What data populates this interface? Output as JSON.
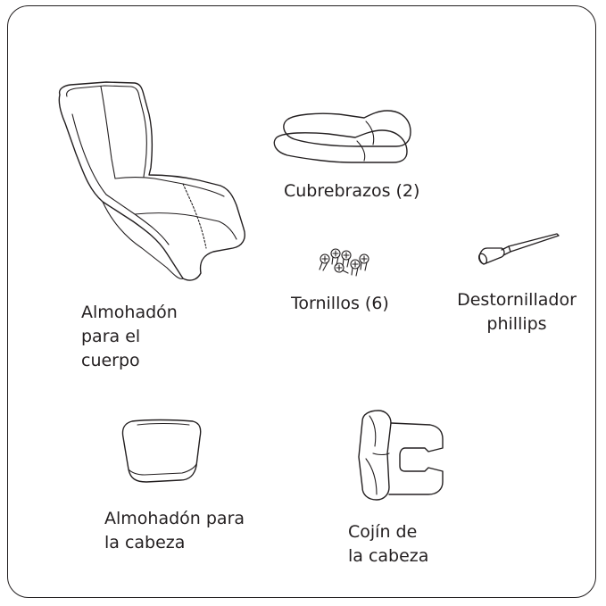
{
  "items": {
    "body_cushion": {
      "icon": "body-cushion-icon",
      "label_lines": [
        "Almohadón",
        "para el",
        "cuerpo"
      ]
    },
    "armrest_covers": {
      "icon": "armrest-covers-icon",
      "label": "Cubrebrazos (2)"
    },
    "screws": {
      "icon": "screws-icon",
      "label": "Tornillos (6)"
    },
    "screwdriver": {
      "icon": "phillips-screwdriver-icon",
      "label_lines": [
        "Destornillador",
        "phillips"
      ]
    },
    "head_pillow": {
      "icon": "head-pillow-icon",
      "label_lines": [
        "Almohadón para",
        "la cabeza"
      ]
    },
    "head_cushion": {
      "icon": "head-cushion-icon",
      "label_lines": [
        "Cojín de",
        "la cabeza"
      ]
    }
  }
}
